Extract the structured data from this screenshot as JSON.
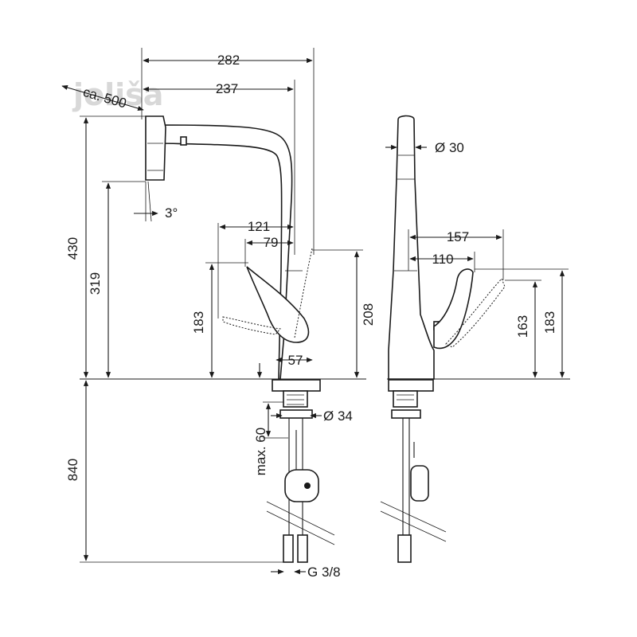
{
  "watermark": "joliša",
  "front_view": {
    "pullout_length": "ca. 500",
    "total_reach": "282",
    "spout_reach": "237",
    "total_height": "430",
    "outlet_height": "319",
    "spout_angle": "3°",
    "lever_reach": "121",
    "lever_offset": "79",
    "lever_height_left": "183",
    "lever_height_right": "208",
    "body_width": "57",
    "supply_length": "840",
    "deck_thickness": "max. 60",
    "hole_diameter": "Ø 34",
    "connection": "G 3/8"
  },
  "side_view": {
    "head_diameter": "Ø 30",
    "lever_reach": "157",
    "lever_offset": "110",
    "lever_height_a": "163",
    "lever_height_b": "183"
  }
}
